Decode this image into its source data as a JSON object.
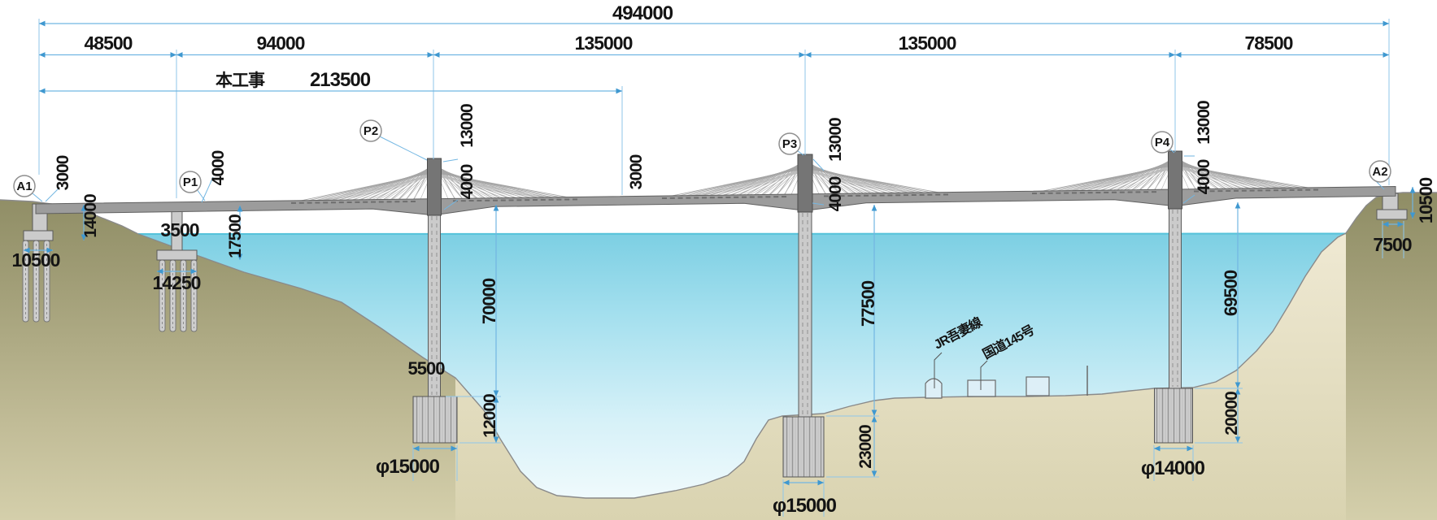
{
  "drawing_type": "bridge-elevation",
  "dimensions": {
    "total_length": "494000",
    "spans": [
      "48500",
      "94000",
      "135000",
      "135000",
      "78500"
    ],
    "construction_label": "本工事",
    "construction_length": "213500",
    "a1": {
      "girder_depth": "3000",
      "height": "14000",
      "footing_width": "10500"
    },
    "p1": {
      "girder_depth": "4000",
      "column_width": "3500",
      "height": "17500",
      "footing_width": "14250"
    },
    "p2": {
      "tower_height": "13000",
      "girder_depth": "4000",
      "column_height": "70000",
      "column_width": "5500",
      "caisson_height": "12000",
      "caisson_diameter": "φ15000"
    },
    "midspan": {
      "girder_depth": "3000"
    },
    "p3": {
      "tower_height": "13000",
      "girder_depth": "4000",
      "column_height": "77500",
      "caisson_height": "23000",
      "caisson_diameter": "φ15000"
    },
    "p4": {
      "tower_height": "13000",
      "girder_depth": "4000",
      "column_height": "69500",
      "caisson_height": "20000",
      "caisson_diameter": "φ14000"
    },
    "a2": {
      "height": "10500",
      "footing_width": "7500"
    }
  },
  "supports": {
    "a1": "A1",
    "p1": "P1",
    "p2": "P2",
    "p3": "P3",
    "p4": "P4",
    "a2": "A2"
  },
  "annotations": {
    "railway": "JR吾妻線",
    "road": "国道145号"
  },
  "colors": {
    "dimension_line": "#72b6e2",
    "arrow": "#3f98d0",
    "water_top": "#7ccfe3",
    "water_bottom": "#f0fafc",
    "ground_olive": "#8e8c64",
    "ground_cream": "#efe9d3",
    "deck": "#9c9c9c",
    "tower": "#757575",
    "pier": "#cbcbcb"
  }
}
